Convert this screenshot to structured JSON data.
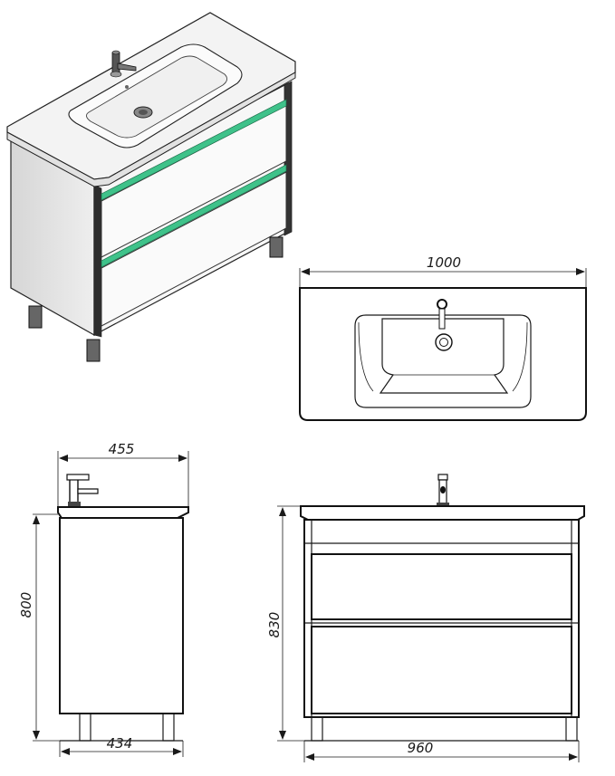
{
  "dimensions": {
    "top_width": "1000",
    "side_depth_top": "455",
    "side_height": "800",
    "side_depth_base": "434",
    "front_height": "830",
    "front_width": "960"
  },
  "accent_color": "#3fc28a",
  "views": [
    "isometric-view",
    "top-view",
    "side-view",
    "front-view"
  ]
}
